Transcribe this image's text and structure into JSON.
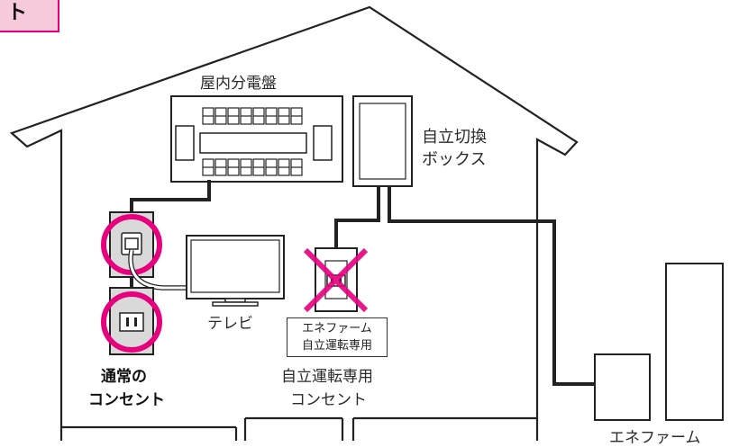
{
  "tab": {
    "text": "ト"
  },
  "labels": {
    "distribution_board": "屋内分電盤",
    "switch_box_line1": "自立切換",
    "switch_box_line2": "ボックス",
    "tv": "テレビ",
    "normal_outlet_line1": "通常の",
    "normal_outlet_line2": "コンセント",
    "dedicated_badge_line1": "エネファーム",
    "dedicated_badge_line2": "自立運転専用",
    "dedicated_outlet_line1": "自立運転専用",
    "dedicated_outlet_line2": "コンセント",
    "enefarm": "エネファーム"
  },
  "colors": {
    "accent_pink": "#e6007e",
    "pink_fill": "#f7c9dd",
    "outlet_gray": "#d9d9d9",
    "line": "#222222"
  },
  "icons": [
    "house-outline",
    "distribution-board",
    "switch-box",
    "outlet",
    "tv",
    "cross-mark",
    "enefarm-units"
  ]
}
